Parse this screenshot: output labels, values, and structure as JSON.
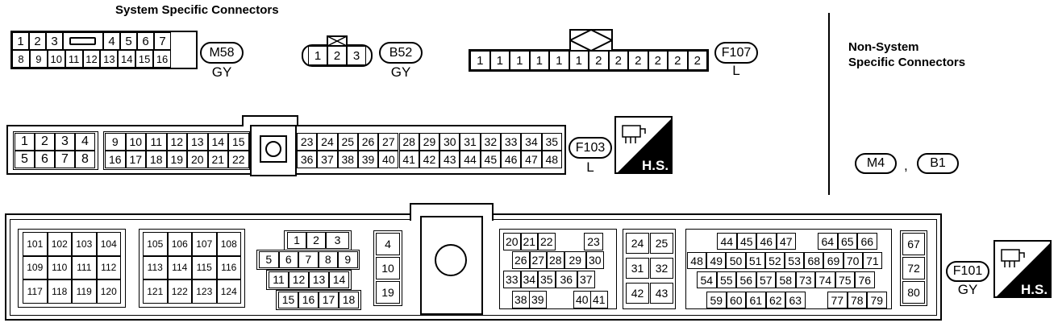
{
  "titles": {
    "system": "System Specific Connectors",
    "non_system_line1": "Non-System",
    "non_system_line2": "Specific Connectors"
  },
  "connectors": {
    "m58": {
      "id": "M58",
      "color": "GY",
      "row1": [
        "1",
        "2",
        "3",
        "",
        "4",
        "5",
        "6",
        "7"
      ],
      "row2": [
        "8",
        "9",
        "10",
        "11",
        "12",
        "13",
        "14",
        "15",
        "16"
      ]
    },
    "b52": {
      "id": "B52",
      "color": "GY",
      "pins": [
        "1",
        "2",
        "3"
      ]
    },
    "f107": {
      "id": "F107",
      "color": "L",
      "pins": [
        "1",
        "1",
        "1",
        "1",
        "1",
        "1",
        "2",
        "2",
        "2",
        "2",
        "2",
        "2"
      ]
    },
    "f103": {
      "id": "F103",
      "color": "L",
      "left_row1": [
        "1",
        "2",
        "3",
        "4"
      ],
      "left_row2": [
        "5",
        "6",
        "7",
        "8"
      ],
      "mid_row1": [
        "9",
        "10",
        "11",
        "12",
        "13",
        "14",
        "15"
      ],
      "mid_row2": [
        "16",
        "17",
        "18",
        "19",
        "20",
        "21",
        "22"
      ],
      "right_row1": [
        "23",
        "24",
        "25",
        "26",
        "27",
        "28",
        "29",
        "30",
        "31",
        "32",
        "33",
        "34",
        "35"
      ],
      "right_row2": [
        "36",
        "37",
        "38",
        "39",
        "40",
        "41",
        "42",
        "43",
        "44",
        "45",
        "46",
        "47",
        "48"
      ]
    },
    "f101": {
      "id": "F101",
      "color": "GY"
    }
  },
  "non_system": {
    "c1": "M4",
    "sep": ",",
    "c2": "B1"
  },
  "hs_label": "H.S."
}
